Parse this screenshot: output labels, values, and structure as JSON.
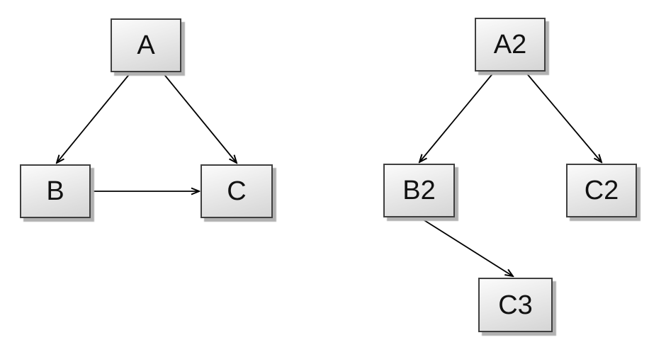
{
  "page": {
    "background": "#ffffff"
  },
  "style": {
    "node_fill_top": "#fbfbfb",
    "node_fill_bottom": "#d5d5d5",
    "node_border": "#3f3f3f",
    "node_shadow": "#b1b1b1",
    "edge_color": "#000000",
    "label_color": "#111111"
  },
  "diagrams": [
    {
      "name": "left-graph",
      "nodes": [
        {
          "id": "A",
          "label": "A"
        },
        {
          "id": "B",
          "label": "B"
        },
        {
          "id": "C",
          "label": "C"
        }
      ],
      "edges": [
        {
          "from": "A",
          "to": "B",
          "arrow": "open-v"
        },
        {
          "from": "A",
          "to": "C",
          "arrow": "open-v"
        },
        {
          "from": "B",
          "to": "C",
          "arrow": "open-v"
        }
      ]
    },
    {
      "name": "right-graph",
      "nodes": [
        {
          "id": "A2",
          "label": "A2"
        },
        {
          "id": "B2",
          "label": "B2"
        },
        {
          "id": "C2",
          "label": "C2"
        },
        {
          "id": "C3",
          "label": "C3"
        }
      ],
      "edges": [
        {
          "from": "A2",
          "to": "B2",
          "arrow": "open-v"
        },
        {
          "from": "A2",
          "to": "C2",
          "arrow": "open-v"
        },
        {
          "from": "B2",
          "to": "C3",
          "arrow": "open-v"
        }
      ]
    }
  ]
}
